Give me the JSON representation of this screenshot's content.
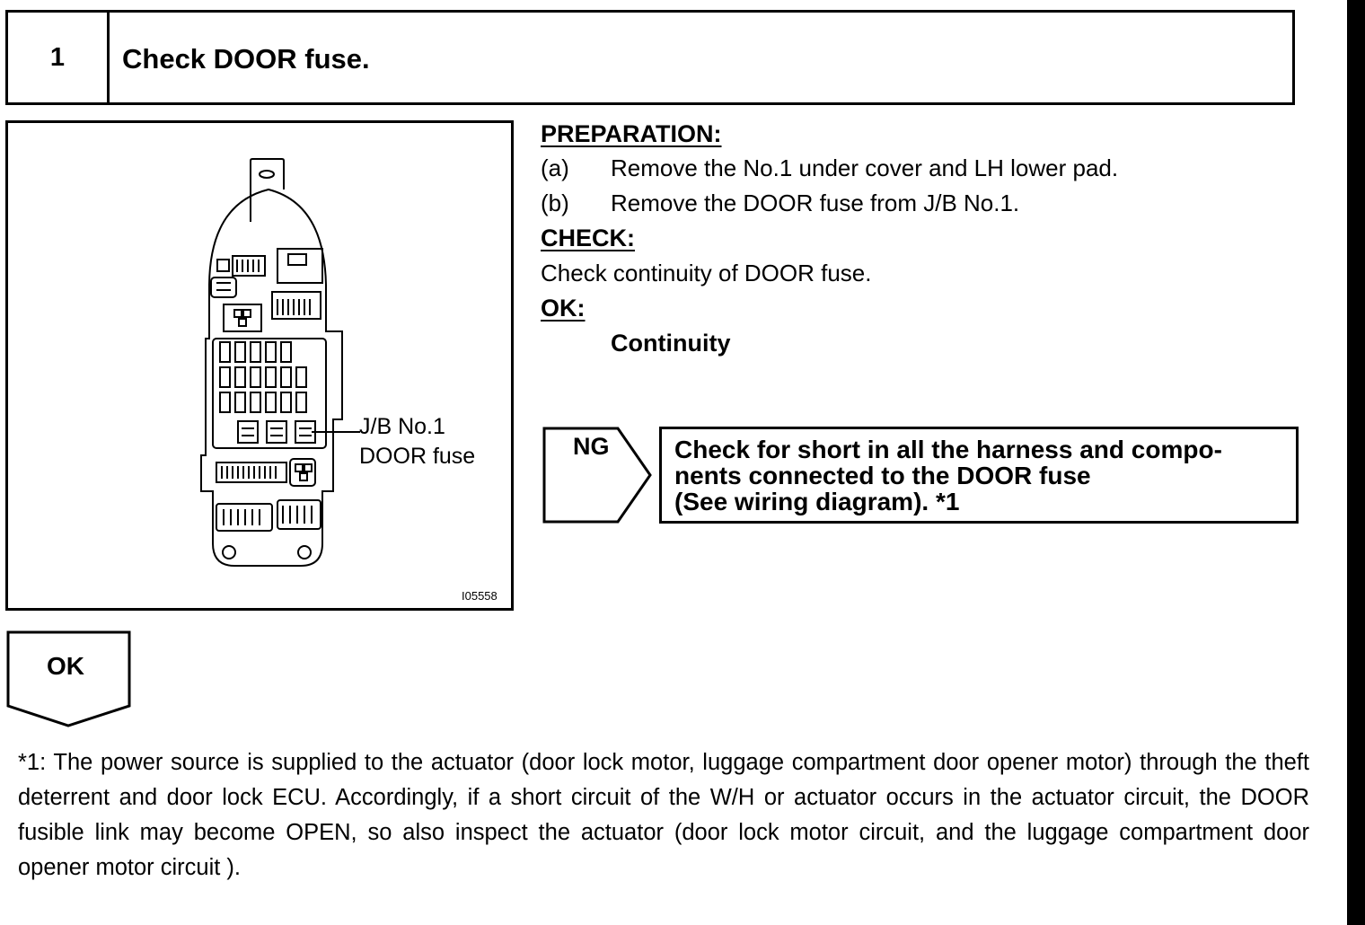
{
  "step": {
    "number": "1",
    "title": "Check DOOR fuse."
  },
  "diagram": {
    "label_line1": "J/B No.1",
    "label_line2": "DOOR fuse",
    "figure_id": "I05558"
  },
  "preparation": {
    "heading": "PREPARATION:",
    "items": [
      {
        "letter": "(a)",
        "text": "Remove the No.1 under cover and LH lower pad."
      },
      {
        "letter": "(b)",
        "text": "Remove the DOOR fuse from J/B No.1."
      }
    ]
  },
  "check": {
    "heading": "CHECK:",
    "text": "Check continuity of DOOR fuse."
  },
  "ok_spec": {
    "heading": "OK:",
    "value": "Continuity"
  },
  "ng": {
    "label": "NG",
    "result_lines": [
      "Check for short in all the harness and compo-",
      "nents connected to the DOOR fuse",
      "(See wiring diagram). *1"
    ]
  },
  "ok_result": {
    "label": "OK"
  },
  "footnote": "*1: The power source is supplied to the actuator (door lock motor, luggage compartment door opener motor) through the theft deterrent and door lock ECU. Accordingly, if a short circuit of the W/H or actuator occurs in the actuator circuit, the DOOR fusible link may become OPEN, so also inspect the actuator (door lock motor circuit, and the luggage compartment door opener motor circuit )."
}
